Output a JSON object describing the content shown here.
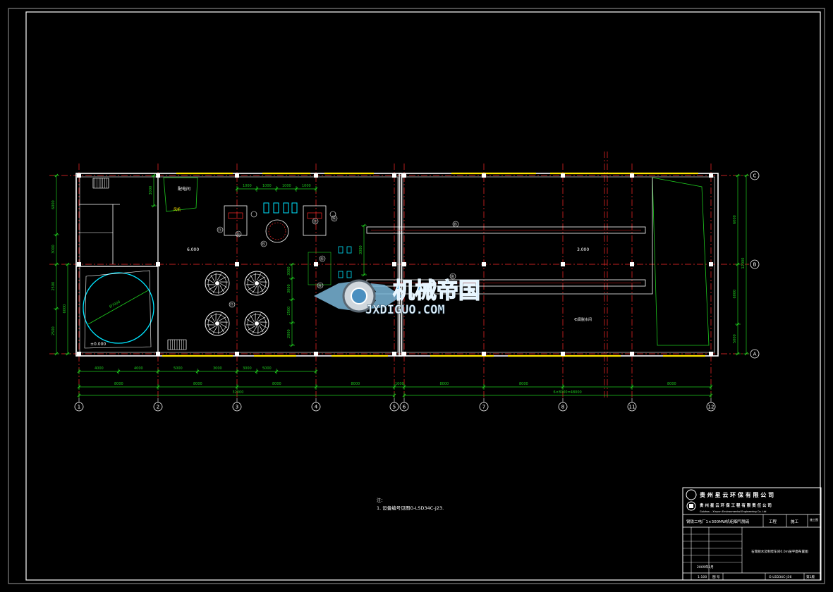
{
  "grid_columns": [
    "1",
    "2",
    "3",
    "4",
    "5",
    "6",
    "7",
    "8",
    "11",
    "12"
  ],
  "grid_rows": [
    "C",
    "B",
    "A"
  ],
  "dimensions": {
    "top_segments": [
      "1000",
      "1000",
      "1000",
      "1000"
    ],
    "bay_segments": [
      "4000",
      "4000",
      "5000",
      "3000",
      "3000",
      "5000"
    ],
    "bay_totals": [
      "8000",
      "8000",
      "8000",
      "8000",
      "8000",
      "8000",
      "8000"
    ],
    "gap_label": "1000",
    "overall_left": "32000",
    "overall_right": "6×8000=48000",
    "left_vertical": [
      "6000",
      "3000",
      "2500",
      "2500"
    ],
    "left_vertical_total": "6000",
    "right_vertical": [
      "6000",
      "6000",
      "5000"
    ],
    "right_vertical_total": "12000",
    "inner_vertical": [
      "3000",
      "3000",
      "2500",
      "2000"
    ],
    "misc_small": [
      "3000",
      "3000",
      "3000",
      "3000"
    ]
  },
  "room_labels": {
    "room_a": "配电间",
    "room_b": "风机",
    "elevation_1": "6.000",
    "elevation_2": "±0.000",
    "elevation_3": "3.000",
    "storage": "石膏脱水间",
    "tank_dim": "Ø7000"
  },
  "callouts": [
    "⑪",
    "⑫",
    "⑬",
    "⑭",
    "⑮",
    "⑯",
    "⑰",
    "⑱",
    "⑲",
    "⑳"
  ],
  "notes": {
    "heading": "注：",
    "line1": "1. 设备编号见图G-LSD34C-J23."
  },
  "watermark": {
    "cn": "机械帝国",
    "en": "JXDIGUO.COM"
  },
  "title_block": {
    "company_cn": "贵 州 星 云 环 保 有 限 公 司",
    "company_cn2": "贵 州 星 云 环 保 工 程 有 限 责 任 公 司",
    "company_en": "Guizhou - Xinyun Environmental Engineering Co. Ltd",
    "project": "钢铁二电厂1×300MW机组烟气脱硫",
    "stage_label": "工程",
    "stage_value": "施工",
    "phase": "施工图",
    "drawing_title": "石膏脱水及制浆车间0.0m层平面布置图",
    "date": "2009年3月",
    "scale": "1:100",
    "sheet_label": "图 号",
    "drawing_no": "G-LSD34C-J36",
    "version": "第1版"
  },
  "colors": {
    "frame": "#ffffff",
    "grid": "#ff2a2a",
    "dim": "#1ecb1e",
    "cyan": "#00e5ff",
    "yellow": "#ffe600",
    "wall": "#ffffff"
  }
}
